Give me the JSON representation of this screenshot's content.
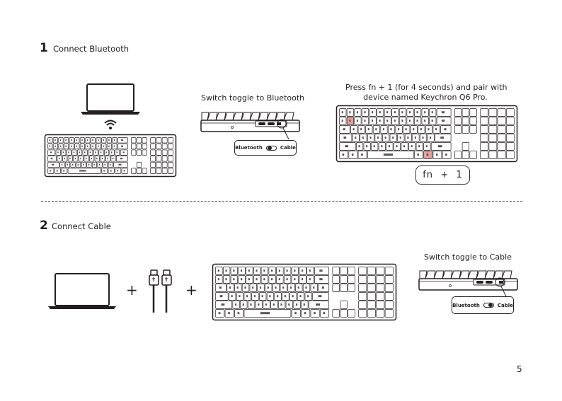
{
  "step1": {
    "number": "1",
    "title": "Connect Bluetooth",
    "switch_caption": "Switch toggle to Bluetooth",
    "pair_caption_line1": "Press fn + 1 (for 4 seconds) and pair with",
    "pair_caption_line2": "device named Keychron Q6 Pro.",
    "toggle_left": "Bluetooth",
    "toggle_right": "Cable",
    "toggle_position": "left",
    "fn": "fn",
    "plus": "+",
    "one": "1"
  },
  "step2": {
    "number": "2",
    "title": "Connect Cable",
    "switch_caption": "Switch toggle to Cable",
    "toggle_left": "Bluetooth",
    "toggle_right": "Cable",
    "toggle_position": "right",
    "plus_1": "+",
    "plus_2": "+"
  },
  "page_number": "5",
  "colors": {
    "highlight_key": "#e9a0a0",
    "ink": "#231f20"
  },
  "icons": [
    "laptop-icon",
    "wifi-icon",
    "usb-cable-icon",
    "keyboard-illustration"
  ]
}
